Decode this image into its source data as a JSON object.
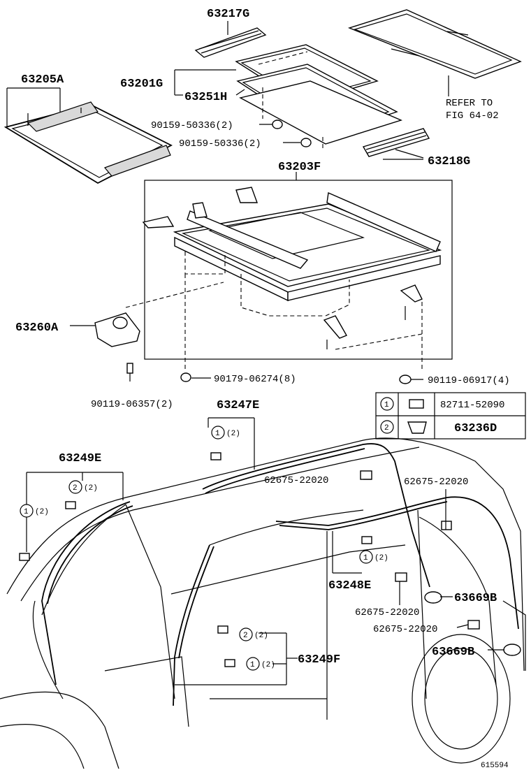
{
  "labels": {
    "p63217G": "63217G",
    "p63205A": "63205A",
    "p63201G": "63201G",
    "p63251H": "63251H",
    "bolt1": "90159-50336(2)",
    "bolt2": "90159-50336(2)",
    "refer1": "REFER TO",
    "refer2": "FIG 64-02",
    "p63218G": "63218G",
    "p63203F": "63203F",
    "p63260A": "63260A",
    "p90179": "90179-06274(8)",
    "p90119a": "90119-06917(4)",
    "p90119b": "90119-06357(2)",
    "p63247E": "63247E",
    "p63249E": "63249E",
    "clip1": "62675-22020",
    "clip2": "62675-22020",
    "clip3": "62675-22020",
    "clip4": "62675-22020",
    "p63248E": "63248E",
    "p63669Ba": "63669B",
    "p63669Bb": "63669B",
    "p63249F": "63249F",
    "figno": "615594"
  },
  "callouts": {
    "c1": "1",
    "c2": "2",
    "q2": "(2)"
  },
  "legend": {
    "rows": [
      {
        "num": "1",
        "part": "82711-52090"
      },
      {
        "num": "2",
        "part": "63236D"
      }
    ]
  }
}
